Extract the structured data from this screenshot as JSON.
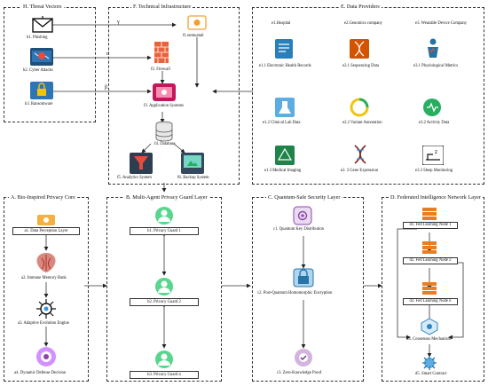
{
  "panels": {
    "threat": "H. Threat Vectors",
    "infra": "F. Technical Infrastructure",
    "providers": "E. Data Providers",
    "bio": "A. Bio-Inspired Privacy Core",
    "multi": "B. Multi-Agent  Privacy Guard Layer",
    "quantum": "C. Quantum-Safe Security Layer",
    "federated": "D. Federated Intelligence Network Layer"
  },
  "threats": [
    "h1. Phishing",
    "h2. Cyber Attacks",
    "h3. Ransomware"
  ],
  "greek": {
    "gamma": "γ",
    "alpha": "α",
    "beta": "β"
  },
  "infra": {
    "f1": "f1.nemuatali",
    "f2": "f2. Firewall",
    "f3": "f3. Application Systems",
    "f4": "f4. Database",
    "f5": "f5. Analytics System",
    "f6": "f6. Backup System"
  },
  "providers": {
    "headers": [
      "e1.Hospital",
      "e2.Genomics company",
      "e3. Wearable Device Company"
    ],
    "items": [
      "e1.1 Electronic Health Records",
      "e2.1 Sequencing Data",
      "e3.1 Physiological Metrics",
      "e1.2 Clinical Lab Data",
      "e2.2 Variant Annotation",
      "e3.2 Activity Data",
      "e1.3 Medical Imaging",
      "e2. 3 Gene Expression",
      "e3.3 Sleep Monitoring"
    ]
  },
  "bio": [
    "a1. Data Perception Layer",
    "a2. Immune Memory Bank",
    "a3. Adaptive Evolution Engine",
    "a4. Dynamic Defense Decision"
  ],
  "guards": [
    "b1. Privacy Guard 1",
    "b2. Privacy Guard 2",
    "b3. Privacy Guard n"
  ],
  "quantum": [
    "c1. Quantum Key Distribution",
    "c2. Post-Quantum Homomorphic Encryption",
    "c3. Zero-Knowledge Proof"
  ],
  "federated": [
    "d1. Fed Learning Node 1",
    "d2. Fed Learning Node 2",
    "d3. Fed Learning Node n",
    "d4. Consensus Mechanism",
    "d5. Smart Contract"
  ]
}
